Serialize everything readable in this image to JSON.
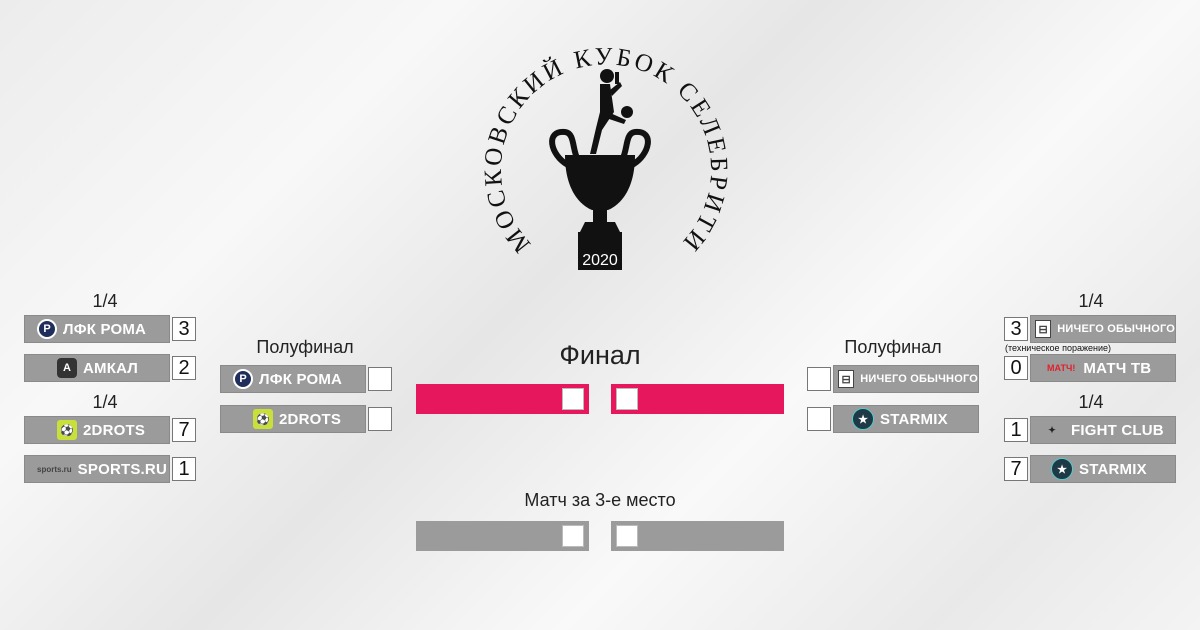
{
  "logo": {
    "arc_text": "МОСКОВСКИЙ КУБОК СЕЛЕБРИТИ",
    "year": "2020"
  },
  "labels": {
    "qf_left_1": "1/4",
    "qf_left_2": "1/4",
    "qf_right_1": "1/4",
    "qf_right_2": "1/4",
    "semi_left": "Полуфинал",
    "semi_right": "Полуфинал",
    "final": "Финал",
    "third_place": "Матч за 3-е место",
    "technical_defeat": "(техническое поражение)"
  },
  "left": {
    "qf1": [
      {
        "name": "ЛФК РОМА",
        "score": "3",
        "icon": "roma-logo-icon"
      },
      {
        "name": "АМКАЛ",
        "score": "2",
        "icon": "amkal-logo-icon"
      }
    ],
    "qf2": [
      {
        "name": "2DROTS",
        "score": "7",
        "icon": "2drots-logo-icon"
      },
      {
        "name": "SPORTS.RU",
        "score": "1",
        "icon": "sportsru-logo-icon",
        "logo_text": "sports.ru"
      }
    ],
    "semi": [
      {
        "name": "ЛФК РОМА",
        "score": "",
        "icon": "roma-logo-icon"
      },
      {
        "name": "2DROTS",
        "score": "",
        "icon": "2drots-logo-icon"
      }
    ]
  },
  "right": {
    "qf1": [
      {
        "name": "НИЧЕГО ОБЫЧНОГО",
        "score": "3",
        "icon": "field-logo-icon"
      },
      {
        "name": "МАТЧ ТВ",
        "score": "0",
        "icon": "matchtv-logo-icon",
        "logo_text": "МАТЧ!"
      }
    ],
    "qf2": [
      {
        "name": "FIGHT CLUB",
        "score": "1",
        "icon": "fightclub-logo-icon"
      },
      {
        "name": "STARMIX",
        "score": "7",
        "icon": "starmix-logo-icon"
      }
    ],
    "semi": [
      {
        "name": "НИЧЕГО ОБЫЧНОГО",
        "score": "",
        "icon": "field-logo-icon"
      },
      {
        "name": "STARMIX",
        "score": "",
        "icon": "starmix-logo-icon"
      }
    ]
  },
  "colors": {
    "final_bar": "#e6175c",
    "team_bar": "#9b9b9b"
  }
}
